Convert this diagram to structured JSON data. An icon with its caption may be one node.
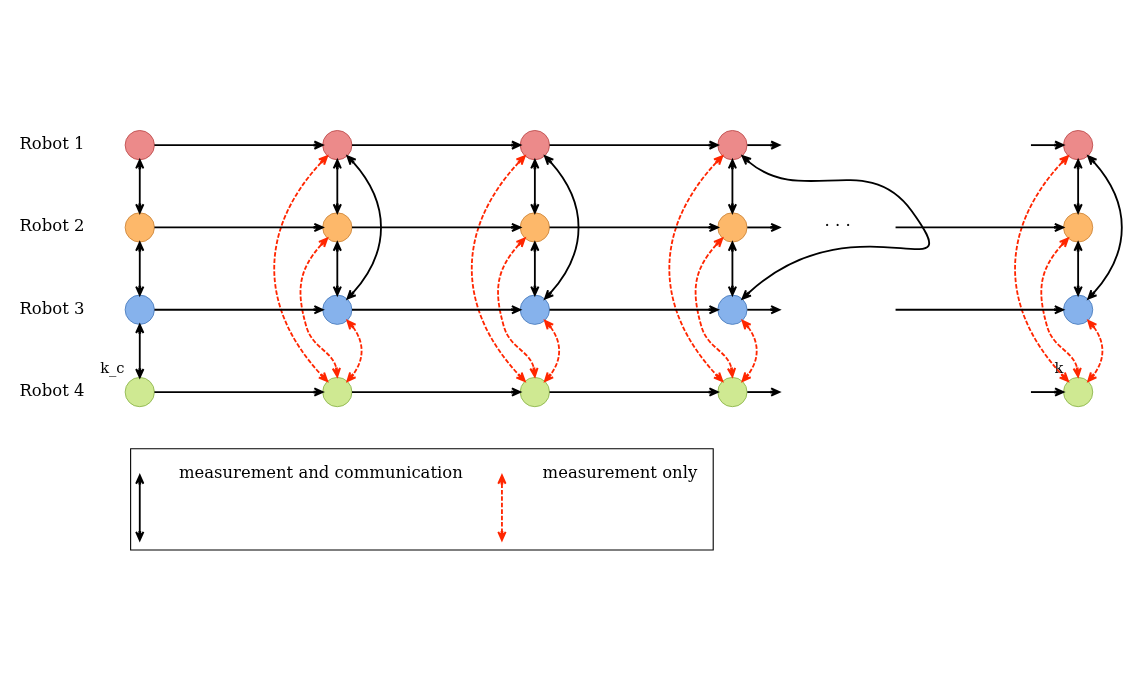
{
  "diagram": {
    "nodes": [
      {
        "text": [],
        "shape": "circle"
      },
      {
        "text": [],
        "shape": "circle"
      },
      {
        "text": [],
        "shape": "circle"
      },
      {
        "text": [],
        "shape": "circle"
      },
      {
        "text": [],
        "shape": "circle"
      },
      {
        "text": [],
        "shape": "circle"
      },
      {
        "text": [],
        "shape": "circle"
      },
      {
        "text": [],
        "shape": "circle"
      },
      {
        "text": [],
        "shape": "circle"
      },
      {
        "text": [],
        "shape": "circle"
      },
      {
        "text": [],
        "shape": "circle"
      },
      {
        "text": [],
        "shape": "circle"
      },
      {
        "text": [],
        "shape": "circle"
      },
      {
        "text": [],
        "shape": "circle"
      },
      {
        "text": [],
        "shape": "circle"
      },
      {
        "text": [],
        "shape": "circle",
        "beside": [
          "k_c"
        ]
      },
      {
        "text": [],
        "shape": "circle"
      },
      {
        "text": [],
        "shape": "circle"
      },
      {
        "text": [],
        "shape": "circle"
      },
      {
        "text": [],
        "shape": "circle",
        "beside": [
          "k"
        ]
      },
      {
        "text": [],
        "shape": "box"
      }
    ],
    "edges": [
      {
        "from": 0,
        "to": 1,
        "arrow": "to"
      },
      {
        "from": 1,
        "to": 2,
        "arrow": "to"
      },
      {
        "from": 2,
        "to": 3,
        "arrow": "to"
      },
      {
        "from": 3,
        "to": null,
        "arrow": "to"
      },
      {
        "from": null,
        "to": 4,
        "arrow": "to"
      },
      {
        "from": 5,
        "to": 6,
        "arrow": "to"
      },
      {
        "from": 6,
        "to": 7,
        "arrow": "to"
      },
      {
        "from": 7,
        "to": 8,
        "arrow": "to"
      },
      {
        "from": 8,
        "to": null,
        "arrow": "to"
      },
      {
        "from": null,
        "to": 9,
        "arrow": "to"
      },
      {
        "from": 10,
        "to": 11,
        "arrow": "to"
      },
      {
        "from": 11,
        "to": 12,
        "arrow": "to"
      },
      {
        "from": 12,
        "to": 13,
        "arrow": "to"
      },
      {
        "from": 13,
        "to": null,
        "arrow": "to"
      },
      {
        "from": null,
        "to": 14,
        "arrow": "to"
      },
      {
        "from": 15,
        "to": 16,
        "arrow": "to"
      },
      {
        "from": 16,
        "to": 17,
        "arrow": "to"
      },
      {
        "from": 17,
        "to": 18,
        "arrow": "to"
      },
      {
        "from": 18,
        "to": null,
        "arrow": "to"
      },
      {
        "from": null,
        "to": 19,
        "arrow": "to"
      },
      {
        "from": 0,
        "to": 5,
        "arrow": "both"
      },
      {
        "from": 5,
        "to": 10,
        "arrow": "both"
      },
      {
        "from": 10,
        "to": 15,
        "arrow": "both"
      },
      {
        "from": 1,
        "to": 6,
        "arrow": "both"
      },
      {
        "from": 6,
        "to": 11,
        "arrow": "both"
      },
      {
        "from": 1,
        "to": 11,
        "arrow": "both"
      },
      {
        "from": 1,
        "to": 16,
        "arrow": "both",
        "style": "dashed",
        "color": "#ff2600"
      },
      {
        "from": 6,
        "to": 16,
        "arrow": "both",
        "style": "dashed",
        "color": "#ff2600"
      },
      {
        "from": 11,
        "to": 16,
        "arrow": "both",
        "style": "dashed",
        "color": "#ff2600"
      },
      {
        "from": 2,
        "to": 7,
        "arrow": "both"
      },
      {
        "from": 7,
        "to": 12,
        "arrow": "both"
      },
      {
        "from": 2,
        "to": 12,
        "arrow": "both"
      },
      {
        "from": 2,
        "to": 17,
        "arrow": "both",
        "style": "dashed",
        "color": "#ff2600"
      },
      {
        "from": 7,
        "to": 17,
        "arrow": "both",
        "style": "dashed",
        "color": "#ff2600"
      },
      {
        "from": 12,
        "to": 17,
        "arrow": "both",
        "style": "dashed",
        "color": "#ff2600"
      },
      {
        "from": 3,
        "to": 8,
        "arrow": "both"
      },
      {
        "from": 8,
        "to": 13,
        "arrow": "both"
      },
      {
        "from": 3,
        "to": 13,
        "arrow": "both"
      },
      {
        "from": 3,
        "to": 18,
        "arrow": "both",
        "style": "dashed",
        "color": "#ff2600"
      },
      {
        "from": 8,
        "to": 18,
        "arrow": "both",
        "style": "dashed",
        "color": "#ff2600"
      },
      {
        "from": 13,
        "to": 18,
        "arrow": "both",
        "style": "dashed",
        "color": "#ff2600"
      },
      {
        "from": 4,
        "to": 9,
        "arrow": "both"
      },
      {
        "from": 9,
        "to": 14,
        "arrow": "both"
      },
      {
        "from": 4,
        "to": 14,
        "arrow": "both"
      },
      {
        "from": 4,
        "to": 19,
        "arrow": "both",
        "style": "dashed",
        "color": "#ff2600"
      },
      {
        "from": 9,
        "to": 19,
        "arrow": "both",
        "style": "dashed",
        "color": "#ff2600"
      },
      {
        "from": 14,
        "to": 19,
        "arrow": "both",
        "style": "dashed",
        "color": "#ff2600"
      }
    ],
    "labels": [
      "Robot 1",
      "Robot 2",
      "Robot 3",
      "Robot 4",
      "· · ·"
    ],
    "legend": [
      {
        "text": "measurement and communication"
      },
      {
        "text": "measurement only"
      }
    ]
  }
}
